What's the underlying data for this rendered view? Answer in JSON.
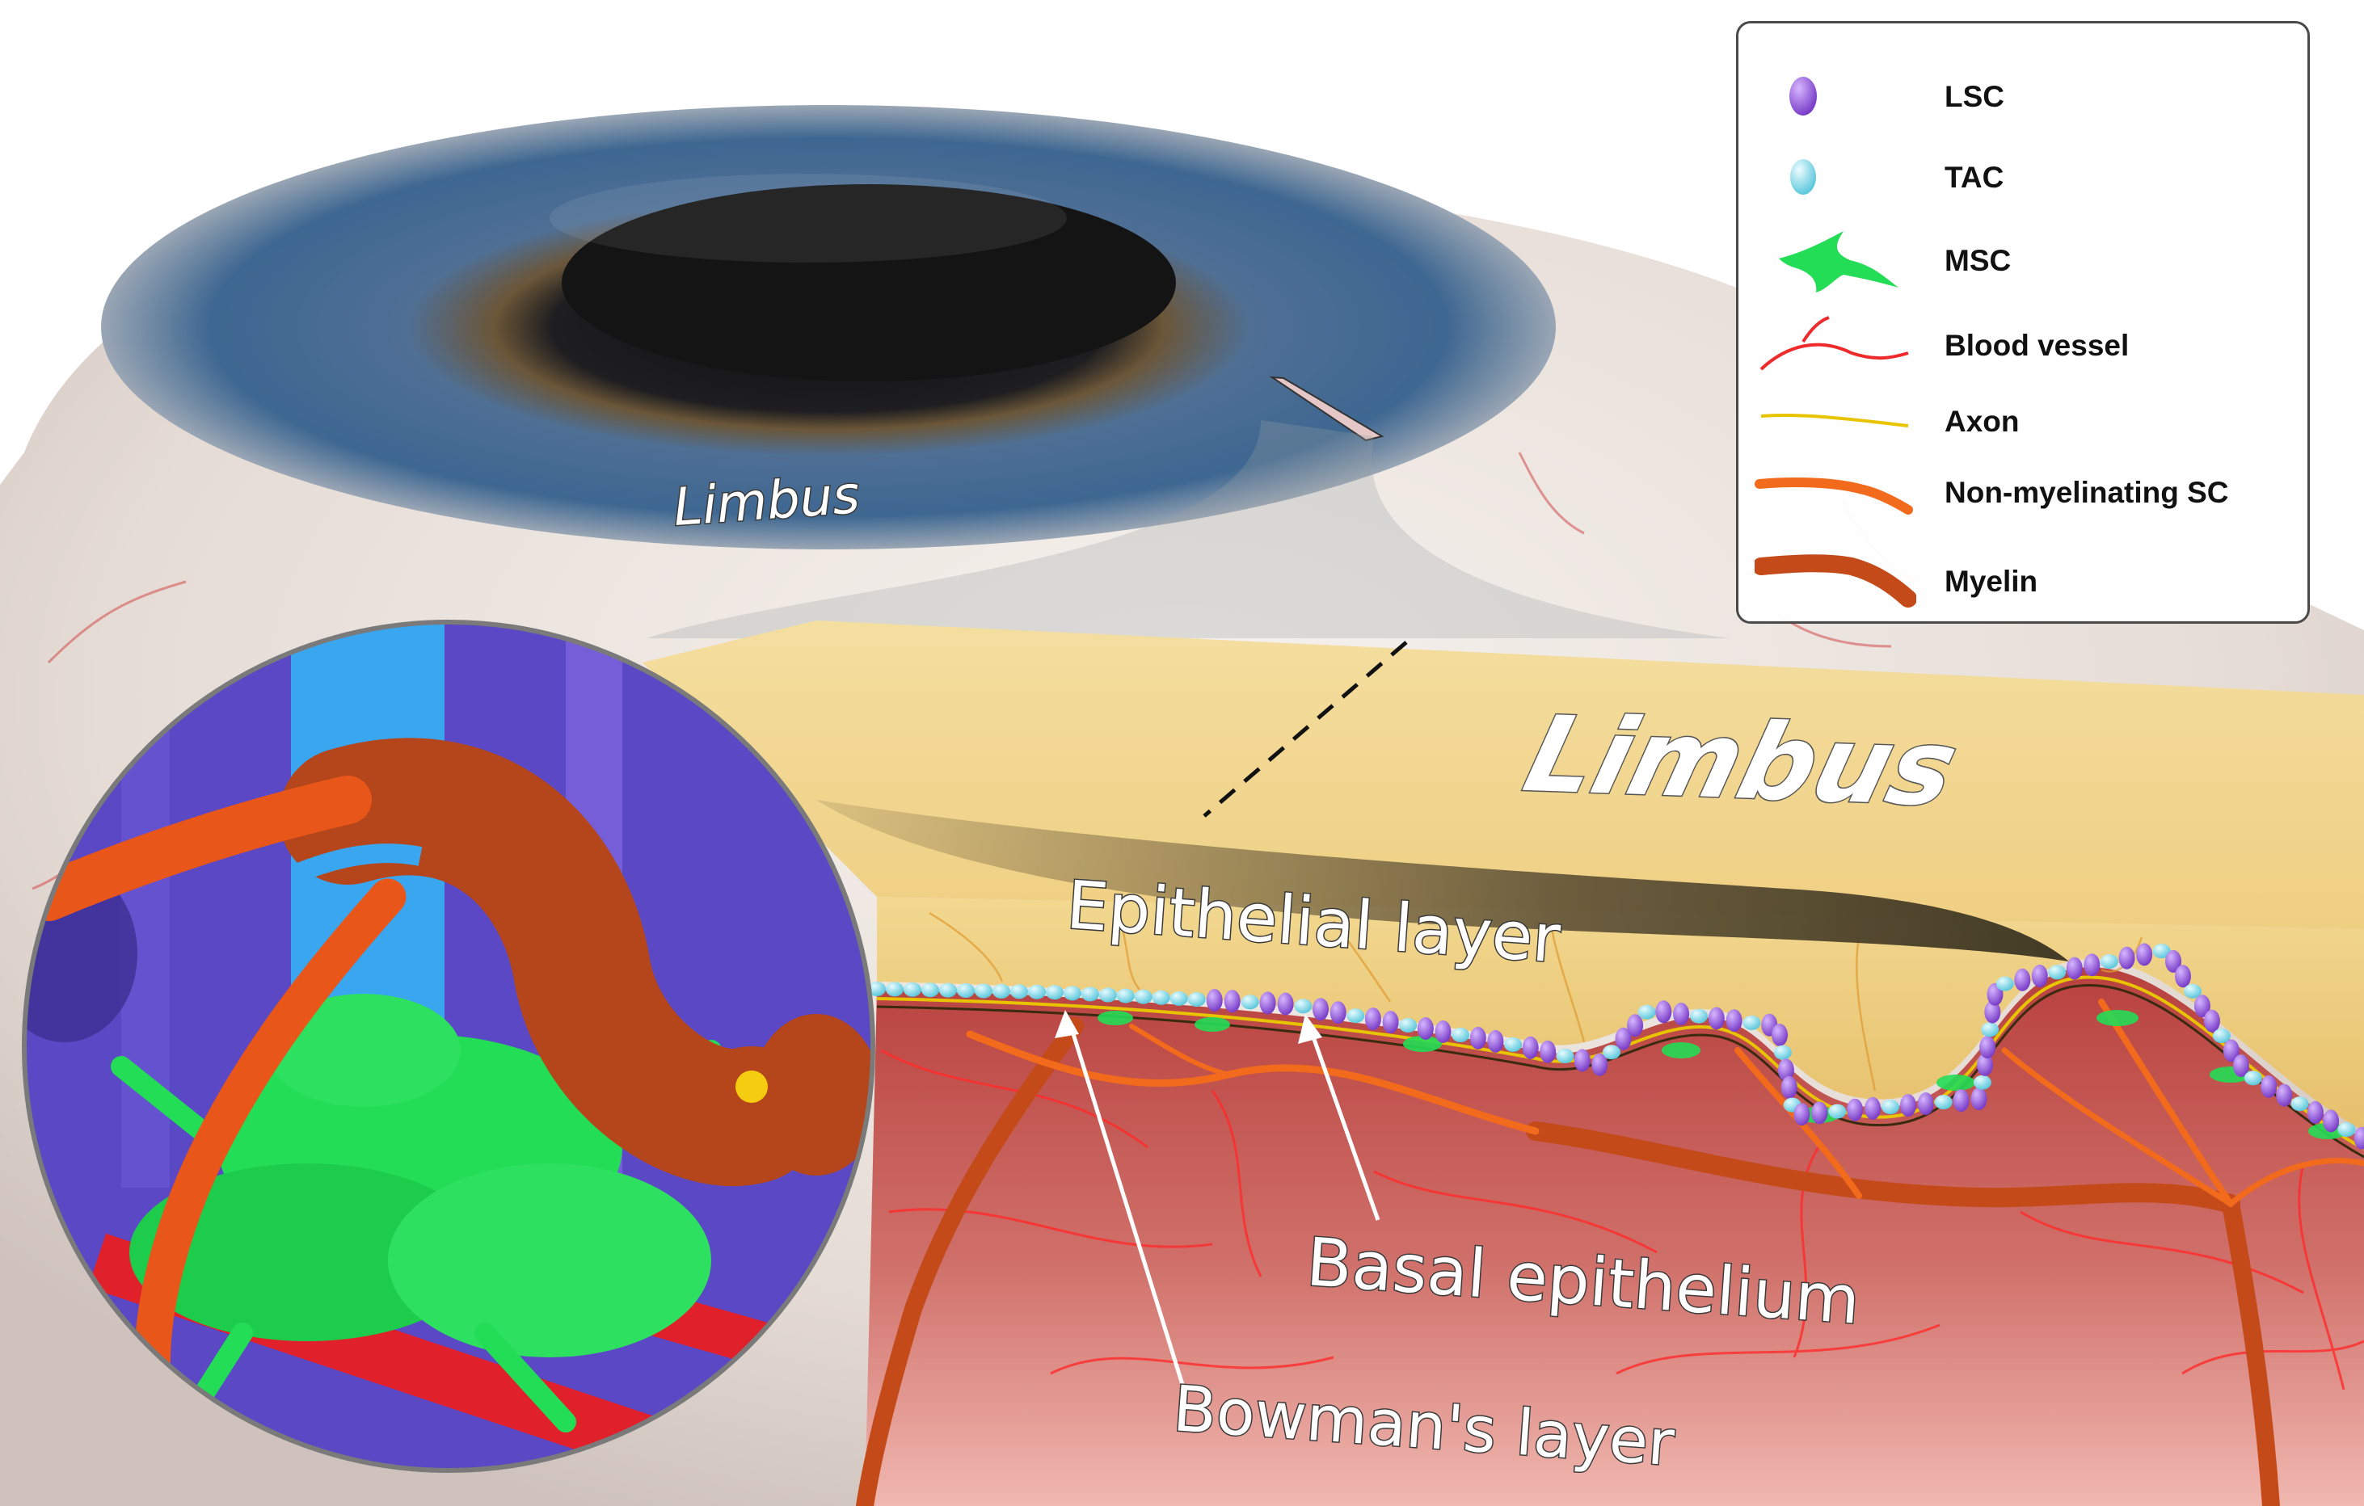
{
  "labels": {
    "limbus_iris": "Limbus",
    "limbus_block": "Limbus",
    "epithelial": "Epithelial layer",
    "basal": "Basal epithelium",
    "bowman": "Bowman's layer"
  },
  "legend": {
    "items": [
      {
        "label": "LSC",
        "icon": "lsc-cell-icon",
        "color": "#9b59d6"
      },
      {
        "label": "TAC",
        "icon": "tac-cell-icon",
        "color": "#7fd8e8"
      },
      {
        "label": "MSC",
        "icon": "msc-cell-icon",
        "color": "#22dd55"
      },
      {
        "label": "Blood vessel",
        "icon": "blood-vessel-icon",
        "color": "#ee2a2a"
      },
      {
        "label": "Axon",
        "icon": "axon-icon",
        "color": "#e8c400"
      },
      {
        "label": "Non-myelinating SC",
        "icon": "non-myelinating-sc-icon",
        "color": "#f26a1b"
      },
      {
        "label": "Myelin",
        "icon": "myelin-icon",
        "color": "#c44a1a"
      }
    ]
  }
}
